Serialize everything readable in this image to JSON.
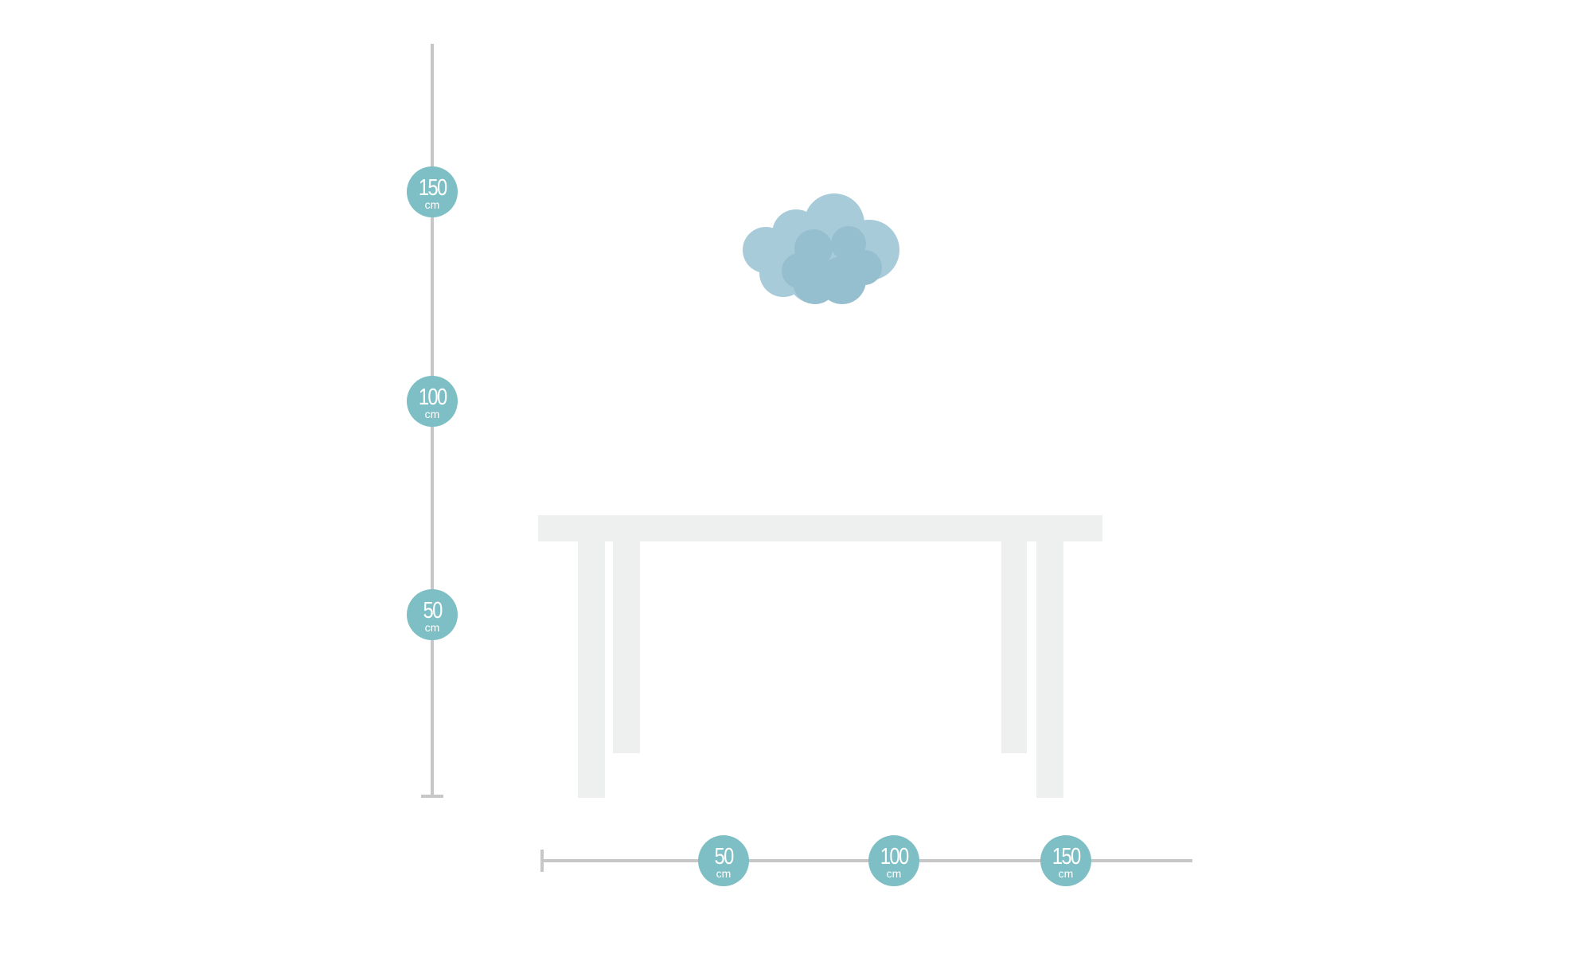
{
  "colors": {
    "badge": "#7dbfc5",
    "axis": "#c7c7c7",
    "table": "#eef0ef",
    "cloud": "#9cc3d2"
  },
  "vertical_scale": {
    "marks": [
      {
        "value": "150",
        "unit": "cm"
      },
      {
        "value": "100",
        "unit": "cm"
      },
      {
        "value": "50",
        "unit": "cm"
      }
    ]
  },
  "horizontal_scale": {
    "marks": [
      {
        "value": "50",
        "unit": "cm"
      },
      {
        "value": "100",
        "unit": "cm"
      },
      {
        "value": "150",
        "unit": "cm"
      }
    ]
  },
  "objects": {
    "lamp_icon": "cloud-lamp-icon",
    "table_icon": "table-icon"
  }
}
